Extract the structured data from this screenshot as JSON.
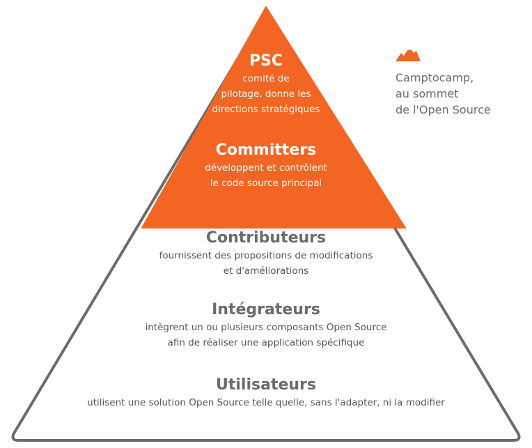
{
  "colors": {
    "accent": "#f26522",
    "outline": "#6b6b6b",
    "text_dark": "#555555",
    "text_light": "#ffffff"
  },
  "levels": [
    {
      "title": "PSC",
      "description": "comité de\npilotage, donne les\ndirections stratégiques"
    },
    {
      "title": "Committers",
      "description": "développent et contrôlent\nle code source principal"
    },
    {
      "title": "Contributeurs",
      "description": "fournissent des propositions de modifications\net d'améliorations"
    },
    {
      "title": "Intégrateurs",
      "description": "intègrent un ou plusieurs composants Open Source\nafin de réaliser une application spécifique"
    },
    {
      "title": "Utilisateurs",
      "description": "utilisent une solution Open Source telle quelle, sans l'adapter, ni la modifier"
    }
  ],
  "brand": {
    "icon": "mountain-logo-icon",
    "caption": "Camptocamp,\nau sommet\nde l'Open Source"
  }
}
